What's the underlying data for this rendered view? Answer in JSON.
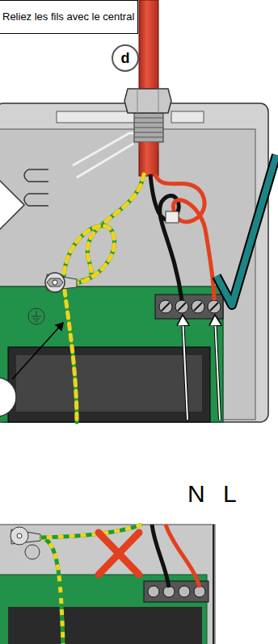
{
  "diagram": {
    "nodes": [
      {
        "text": [
          "Reliez les fils avec le central"
        ]
      },
      {
        "text": [
          "d"
        ]
      }
    ],
    "labels": [
      "N",
      "L"
    ]
  }
}
